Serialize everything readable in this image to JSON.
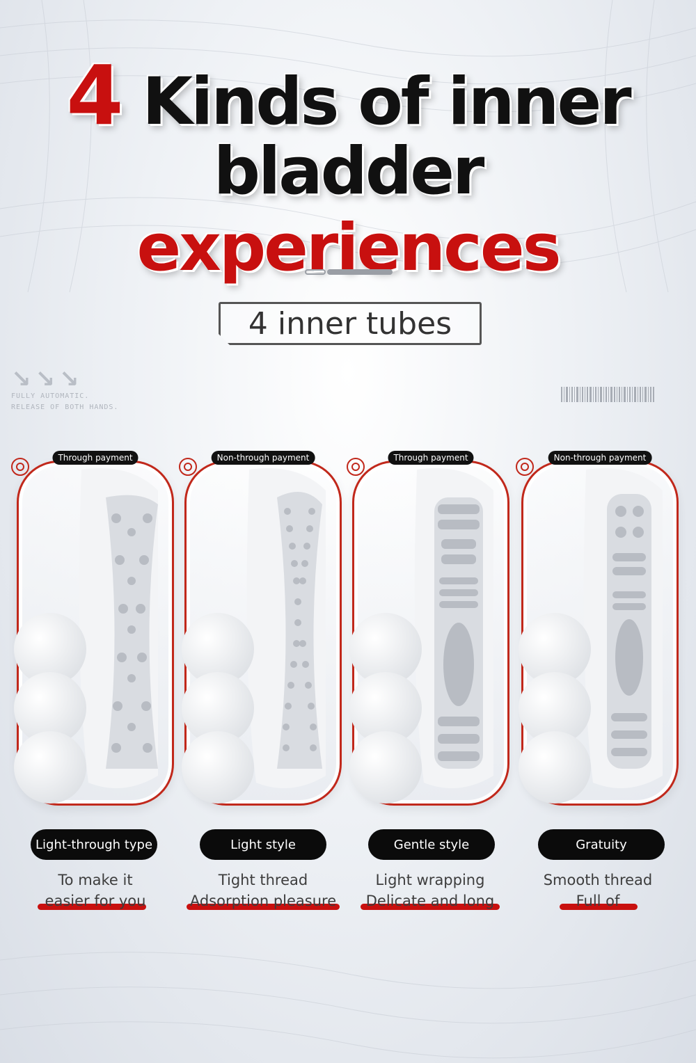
{
  "headline": {
    "number": "4",
    "line1_rest": "Kinds of inner",
    "line2_black": "bladder",
    "line2_red": "experiences"
  },
  "subtitle": "4 inner tubes",
  "side_tag": {
    "arrows": "↘↘↘",
    "line1": "FULLY AUTOMATIC.",
    "line2": "RELEASE OF BOTH HANDS."
  },
  "colors": {
    "accent_red": "#c8100f",
    "frame_red": "#c1281b",
    "dark": "#0b0b0b"
  },
  "products": [
    {
      "type": "Through payment",
      "name": "Light-through type",
      "desc1": "To make it",
      "desc2": "easier for you",
      "texture": "spiky"
    },
    {
      "type": "Non-through payment",
      "name": "Light style",
      "desc1": "Tight thread",
      "desc2": "Adsorption pleasure",
      "texture": "beaded"
    },
    {
      "type": "Through payment",
      "name": "Gentle style",
      "desc1": "Light wrapping",
      "desc2": "Delicate and long",
      "texture": "ribbed"
    },
    {
      "type": "Non-through payment",
      "name": "Gratuity",
      "desc1": "Smooth thread",
      "desc2": "Full of",
      "texture": "ribbed"
    }
  ]
}
